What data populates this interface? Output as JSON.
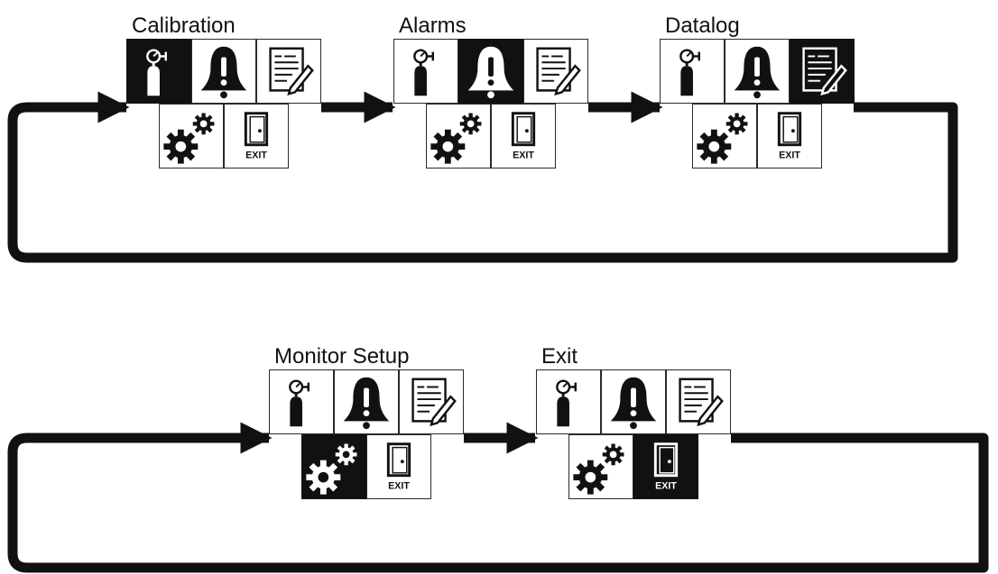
{
  "menus": [
    {
      "id": "calibration",
      "title": "Calibration",
      "selected": "calibration"
    },
    {
      "id": "alarms",
      "title": "Alarms",
      "selected": "alarms"
    },
    {
      "id": "datalog",
      "title": "Datalog",
      "selected": "datalog"
    },
    {
      "id": "monitor-setup",
      "title": "Monitor Setup",
      "selected": "setup"
    },
    {
      "id": "exit",
      "title": "Exit",
      "selected": "exit"
    }
  ],
  "icons": {
    "calibration": "gas-cylinder-icon",
    "alarms": "bell-alarm-icon",
    "datalog": "document-pencil-icon",
    "setup": "gears-icon",
    "exit": "door-exit-icon"
  },
  "exit_icon_label": "EXIT",
  "colors": {
    "ink": "#111111",
    "paper": "#ffffff"
  }
}
